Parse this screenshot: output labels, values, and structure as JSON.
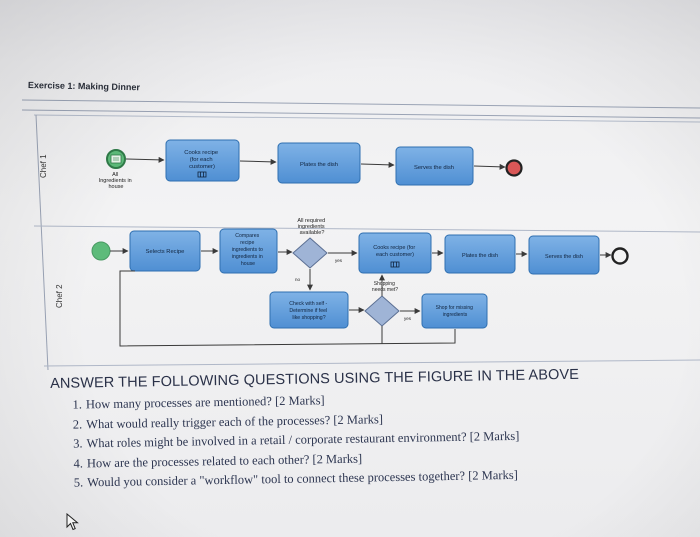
{
  "exercise_title": "Exercise 1: Making Dinner",
  "lanes": {
    "chef1": "Chef 1",
    "chef2": "Chef 2"
  },
  "chef1": {
    "start_label": [
      "All",
      "Ingredients in",
      "house"
    ],
    "cooks_recipe": [
      "Cooks recipe",
      "(for each",
      "customer)"
    ],
    "plates": "Plates the dish",
    "serves": "Serves the dish"
  },
  "chef2": {
    "selects": "Selects Recipe",
    "compares": [
      "Compares",
      "recipe",
      "ingredients to",
      "ingredients in",
      "house"
    ],
    "gateway1_label": [
      "All required",
      "ingredients",
      "available?"
    ],
    "yes1": "yes",
    "no1": "no",
    "cooks_recipe": [
      "Cooks recipe (for",
      "each customer)"
    ],
    "shopping_label": [
      "Shopping",
      "needs met?"
    ],
    "check_label": [
      "Check with self -",
      "Determine if feel",
      "like shopping?"
    ],
    "yes2": "yes",
    "shop": [
      "Shop for missing",
      "ingredients"
    ],
    "plates": "Plates the dish",
    "serves": "Serves the dish"
  },
  "questions": {
    "heading": "ANSWER THE FOLLOWING QUESTIONS USING THE FIGURE IN THE ABOVE",
    "items": [
      {
        "num": "1.",
        "text": "How many processes are mentioned? [2 Marks]"
      },
      {
        "num": "2.",
        "text": "What would really trigger each of the processes? [2 Marks]"
      },
      {
        "num": "3.",
        "text": "What roles might be involved in a retail / corporate restaurant environment? [2 Marks]"
      },
      {
        "num": "4.",
        "text": "How are the processes related to each other? [2 Marks]"
      },
      {
        "num": "5.",
        "text": "Would you consider a \"workflow\" tool to connect these processes together? [2 Marks]"
      }
    ]
  },
  "colors": {
    "task_fill": "#4f93d8",
    "task_stroke": "#2f6fb0",
    "start_green": "#5dbb7a",
    "end_red": "#d95757",
    "gateway": "#9fb4d6"
  },
  "icons": [
    "mouse-cursor-icon"
  ]
}
